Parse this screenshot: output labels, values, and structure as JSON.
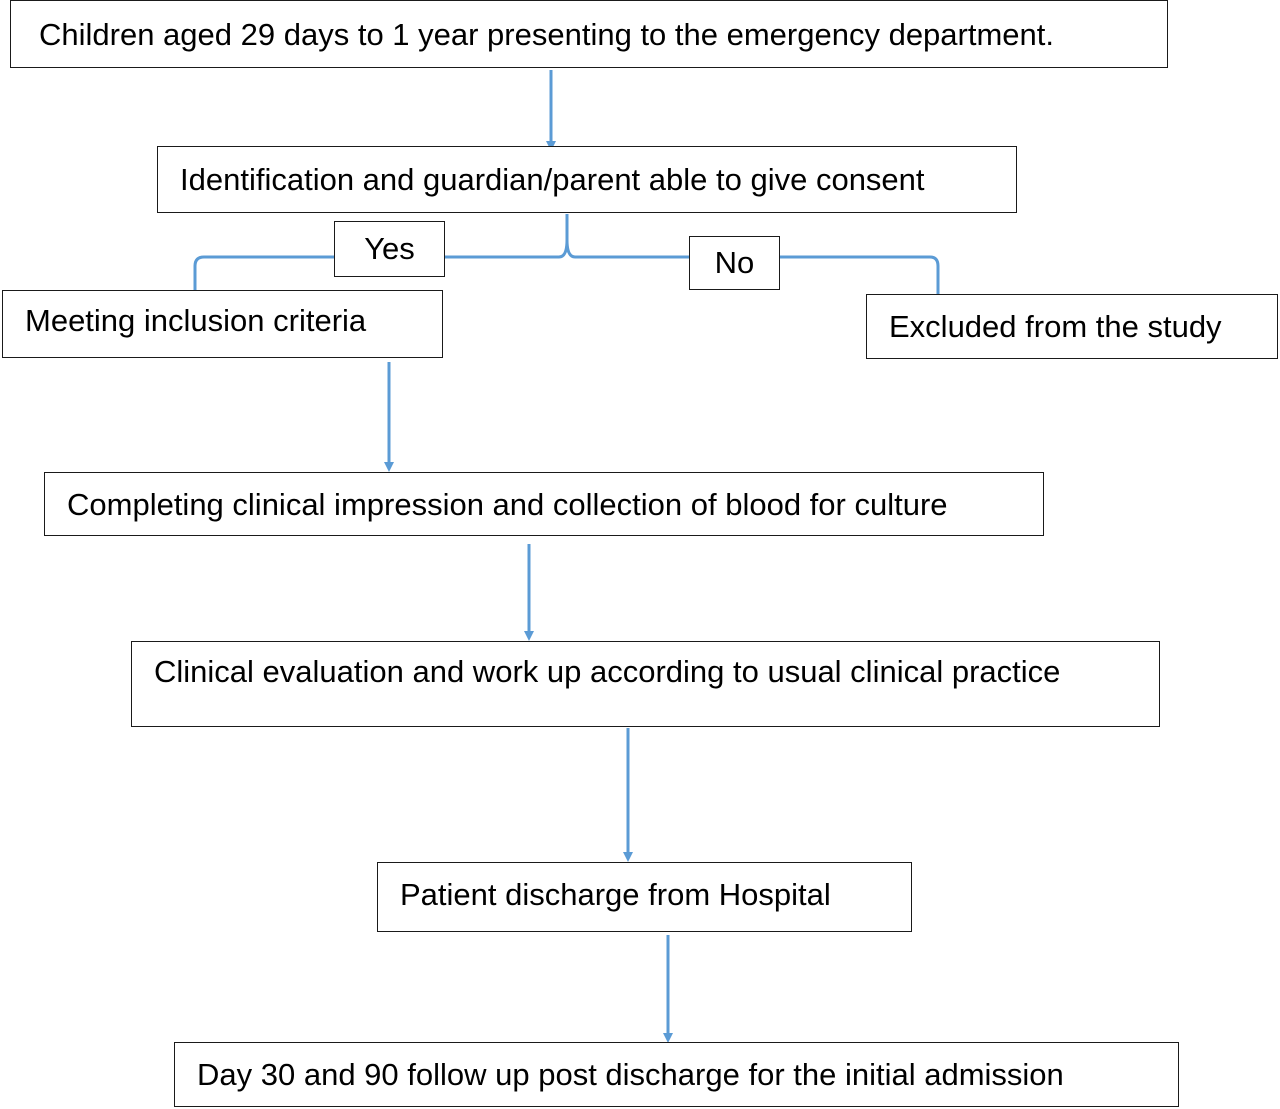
{
  "colors": {
    "connector": "#5b9bd5",
    "box_border": "#1a1a1a",
    "text": "#000000",
    "background": "#ffffff"
  },
  "flowchart": {
    "steps": [
      "Children aged 29 days to 1 year presenting to the emergency department.",
      "Identification and guardian/parent able to give consent",
      "Meeting inclusion criteria",
      "Excluded from the study",
      "Completing clinical impression and collection of blood for culture",
      "Clinical evaluation and work up according to usual clinical practice",
      "Patient discharge from Hospital",
      "Day 30 and 90 follow up post discharge for the initial admission"
    ],
    "branch_labels": {
      "yes": "Yes",
      "no": "No"
    }
  }
}
